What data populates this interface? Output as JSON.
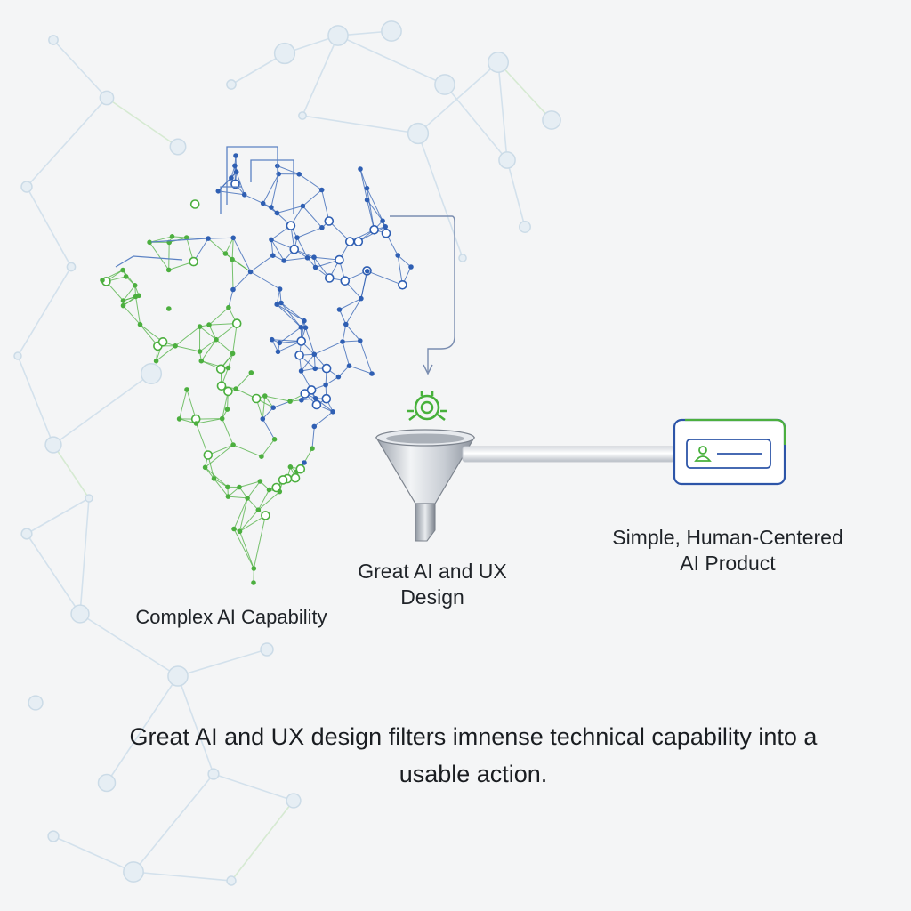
{
  "labels": {
    "complex": "Complex AI Capability",
    "design": "Great AI and UX Design",
    "product": "Simple, Human-Centered AI Product"
  },
  "caption": "Great AI and UX design filters imnense technical capability into a usable action.",
  "colors": {
    "background": "#f4f5f6",
    "network_blue": "#2f5fb3",
    "network_green": "#4caf3f",
    "background_network": "#cfdde8",
    "funnel_gray": "#b9bec6"
  },
  "icons": {
    "gear": "gear-icon",
    "funnel": "funnel-icon",
    "pipe": "pipe-connector",
    "product_card": "product-card-icon",
    "user": "user-icon"
  }
}
